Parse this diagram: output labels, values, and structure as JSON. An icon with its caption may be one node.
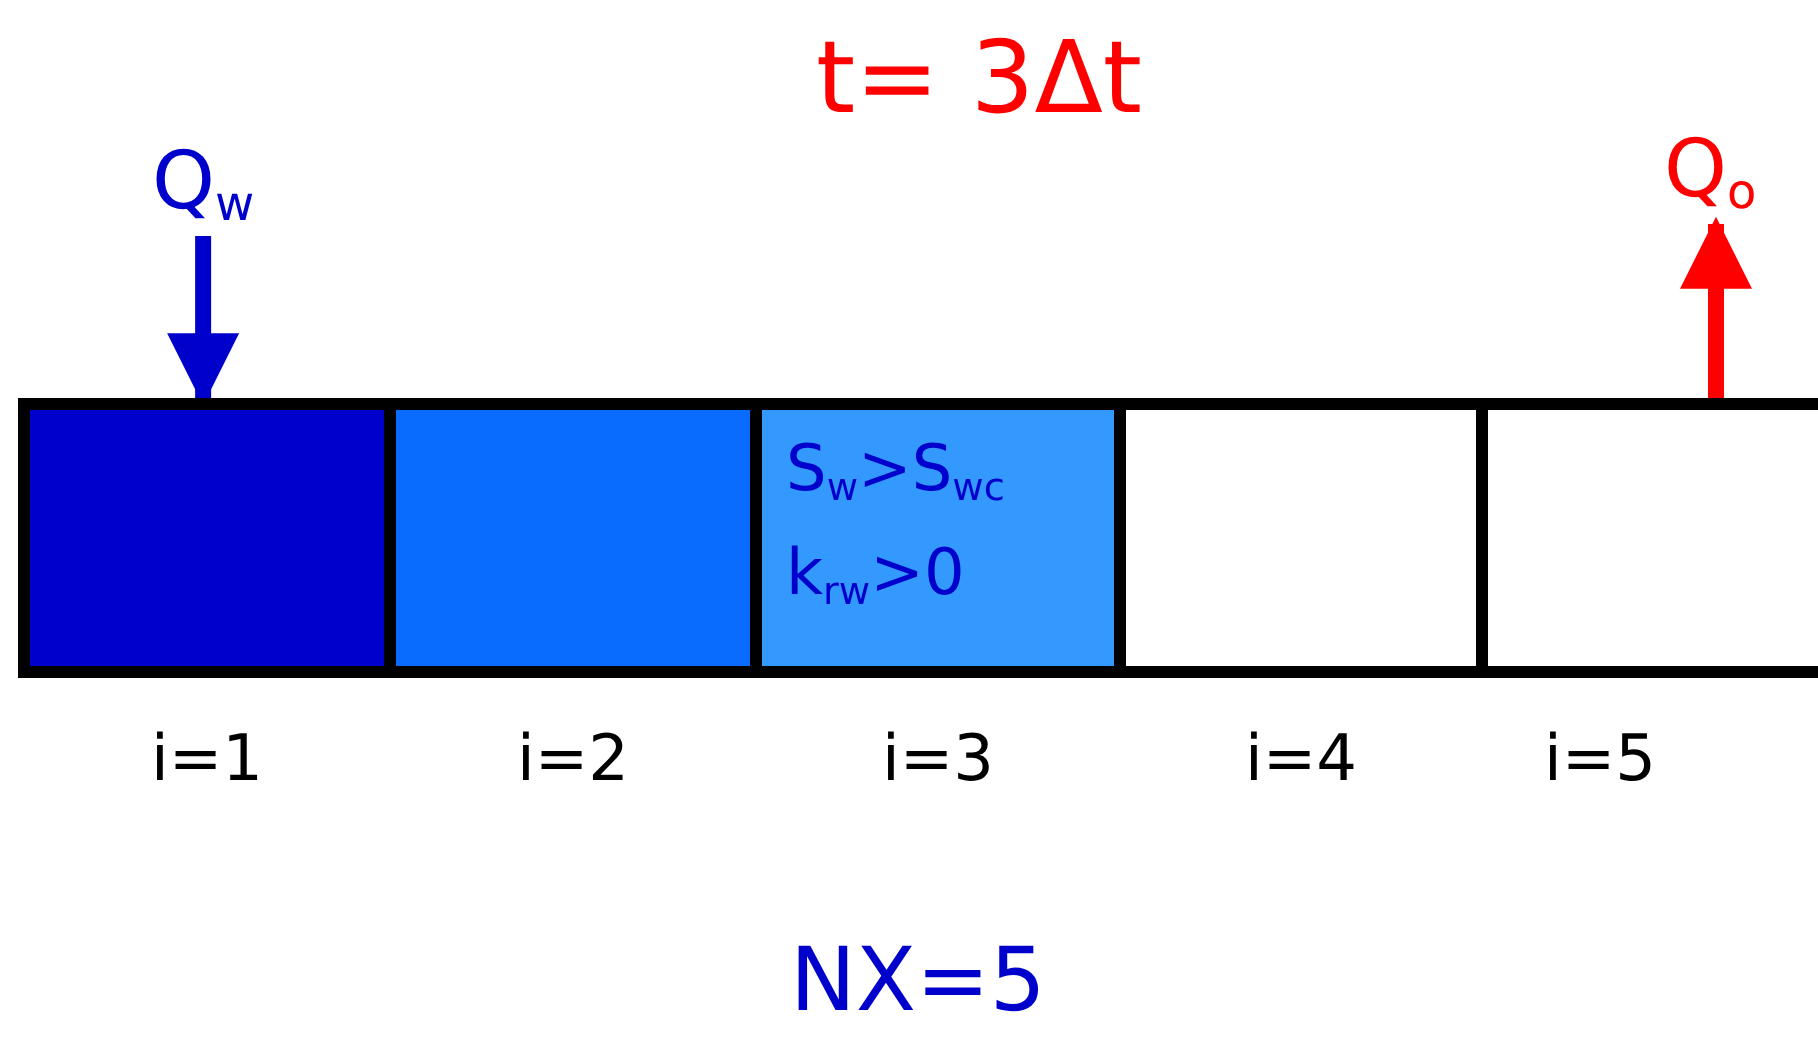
{
  "diagram": {
    "title": "t= 3Δt",
    "caption": "NX=5",
    "nodes": [
      {
        "text": [],
        "shape": "box",
        "beside": [
          "i=1"
        ]
      },
      {
        "text": [],
        "shape": "box",
        "beside": [
          "i=2"
        ]
      },
      {
        "text": [
          "S$_{w}$>S$_{wc}$",
          "k$_{rw}$>0"
        ],
        "beside": [
          "i=3"
        ]
      },
      {
        "text": [],
        "shape": "box",
        "beside": [
          "i=4"
        ]
      },
      {
        "text": [],
        "shape": "box",
        "beside": [
          "i=5"
        ]
      },
      {
        "text": [
          "Q$_{w}$"
        ]
      },
      {
        "text": [
          "Q$_{o}$"
        ]
      }
    ],
    "edges": [
      {
        "from": 5,
        "to": 0,
        "arrow": "to",
        "color": "#0000cc"
      },
      {
        "from": 4,
        "to": 6,
        "arrow": "to",
        "color": "#ff0000"
      }
    ]
  }
}
